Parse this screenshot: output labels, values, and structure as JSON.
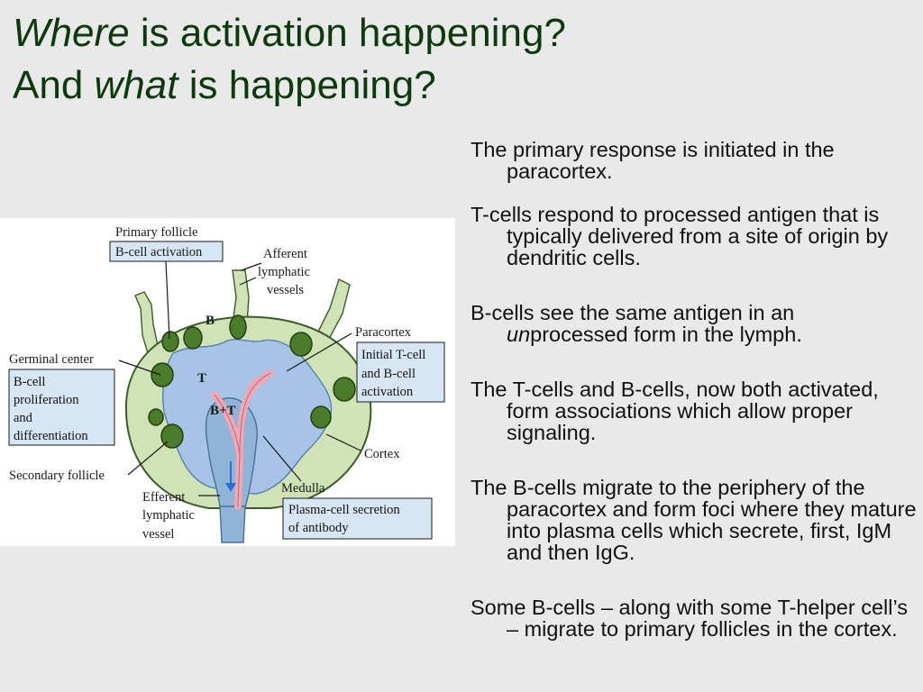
{
  "slide": {
    "title_line1_em": "Where",
    "title_line1_rest": " is activation happening?",
    "title_line2_start": "And ",
    "title_line2_em": "what",
    "title_line2_rest": " is happening?"
  },
  "bullets": {
    "b1": "The primary response is initiated in the paracortex.",
    "b2": " T-cells respond to processed antigen that is typically delivered from a site of origin by dendritic cells.",
    "b3": " B-cells see the same antigen in an ",
    "b3_em": "un",
    "b3_rest": "processed form in the lymph.",
    "b4": " The T-cells and B-cells, now both activated, form associations which allow proper signaling.",
    "b5": "The B-cells migrate to the periphery of the paracortex and form foci where they mature into plasma cells which secrete, first, IgM and then IgG.",
    "b6": "Some B-cells – along with some T-helper cell’s – migrate to primary follicles in the cortex."
  },
  "figure": {
    "primary_follicle": "Primary follicle",
    "bcell_activation": "B-cell activation",
    "afferent_1": "Afferent",
    "afferent_2": "lymphatic",
    "afferent_3": "vessels",
    "paracortex": "Paracortex",
    "initial_1": "Initial T-cell",
    "initial_2": "and B-cell",
    "initial_3": "activation",
    "germinal_center": "Germinal center",
    "prolif_1": "B-cell",
    "prolif_2": "proliferation",
    "prolif_3": "and",
    "prolif_4": "differentiation",
    "secondary_follicle": "Secondary follicle",
    "efferent_1": "Efferent",
    "efferent_2": "lymphatic",
    "efferent_3": "vessel",
    "medulla": "Medulla",
    "cortex": "Cortex",
    "plasma_1": "Plasma-cell secretion",
    "plasma_2": "of antibody",
    "region_b": "B",
    "region_t": "T",
    "region_bt": "B+T"
  },
  "colors": {
    "title": "#0c3a0c",
    "cortex_fill": "#cfe3b6",
    "paracortex_fill": "#a7c4e6",
    "medulla_fill": "#8fb4d8",
    "vessel_pink": "#f0a7b4",
    "callout_box": "#d6e6f5"
  }
}
